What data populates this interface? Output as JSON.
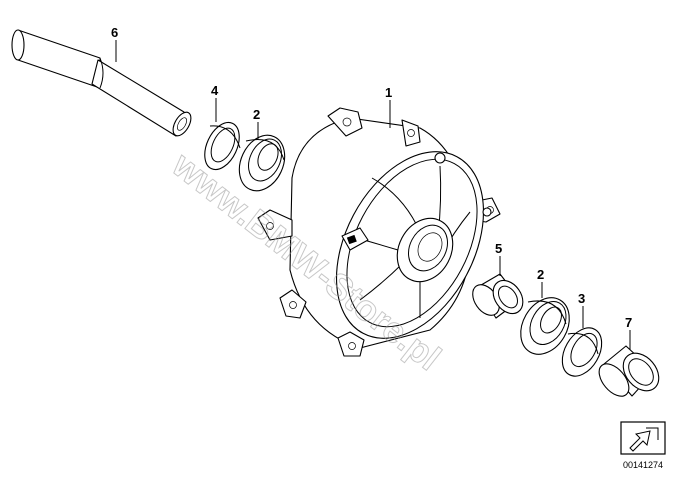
{
  "diagram": {
    "callouts": {
      "shaft_tool": "6",
      "seal_ring": "4",
      "bearing_left": "2",
      "hub": "1",
      "spacer_sleeve": "5",
      "bearing_right": "2",
      "seal_right": "3",
      "bushing": "7"
    },
    "watermark": "www.BMW-Store.pl",
    "reference_number": "00141274",
    "icons": {
      "corner_badge": "arrow-badge-icon"
    }
  }
}
